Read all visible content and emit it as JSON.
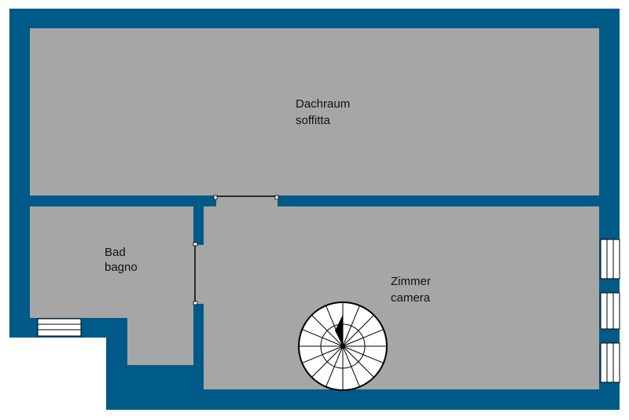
{
  "colors": {
    "wall": "#005a87",
    "floor": "#a6a6a6",
    "background": "#ffffff",
    "line": "#000000"
  },
  "rooms": {
    "attic": {
      "name_de": "Dachraum",
      "name_it": "soffitta"
    },
    "bathroom": {
      "name_de": "Bad",
      "name_it": "bagno"
    },
    "bedroom": {
      "name_de": "Zimmer",
      "name_it": "camera"
    }
  },
  "features": {
    "spiral_staircase": true,
    "windows": 4,
    "doors": 2
  }
}
